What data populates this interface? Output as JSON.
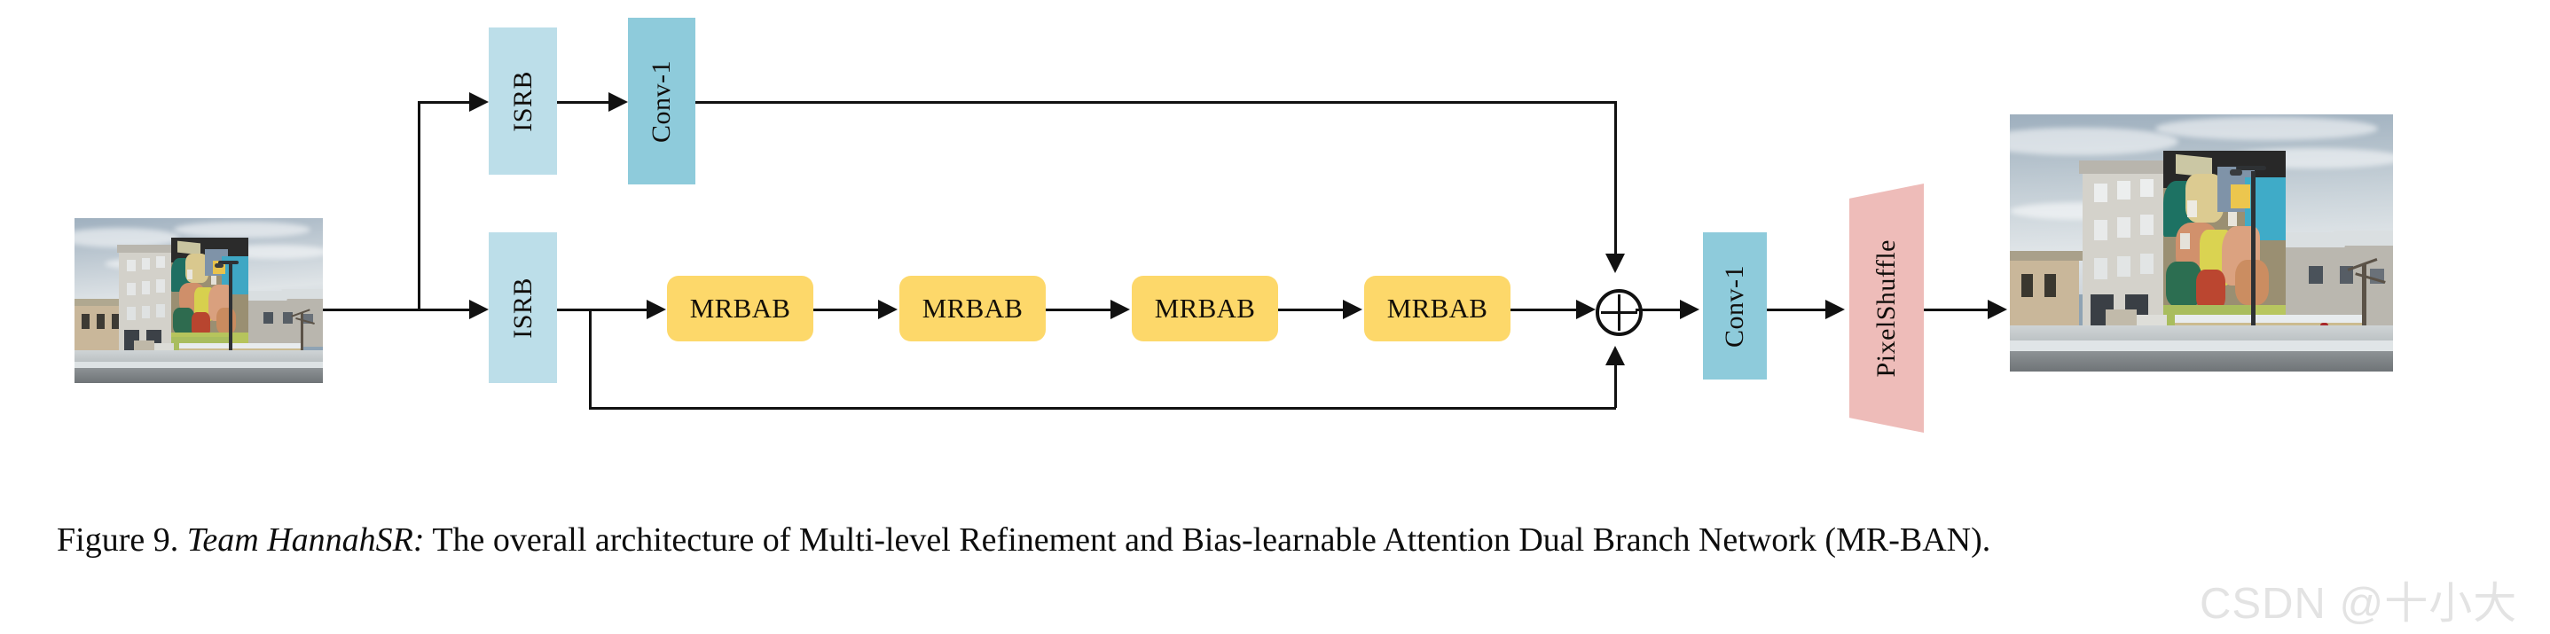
{
  "figure": {
    "caption_prefix": "Figure 9.",
    "caption_team": "Team HannahSR:",
    "caption_body": "The overall architecture of Multi-level Refinement and Bias-learnable Attention Dual Branch Network (MR-BAN)."
  },
  "watermark": {
    "text": "CSDN @十小大"
  },
  "diagram": {
    "type": "neural-network-architecture",
    "input_image_alt": "Low-resolution street scene photograph with mural-painted building",
    "output_image_alt": "Super-resolved street scene photograph with mural-painted building",
    "top_branch": [
      {
        "label": "ISRB",
        "kind": "isrb",
        "color": "#bcdee9"
      },
      {
        "label": "Conv-1",
        "kind": "conv",
        "color": "#8ecbdb"
      }
    ],
    "bottom_branch": [
      {
        "label": "ISRB",
        "kind": "isrb",
        "color": "#bcdee9"
      },
      {
        "label": "MRBAB",
        "kind": "mrbab",
        "color": "#fdd86a"
      },
      {
        "label": "MRBAB",
        "kind": "mrbab",
        "color": "#fdd86a"
      },
      {
        "label": "MRBAB",
        "kind": "mrbab",
        "color": "#fdd86a"
      },
      {
        "label": "MRBAB",
        "kind": "mrbab",
        "color": "#fdd86a"
      }
    ],
    "merge_node": {
      "label": "⊕",
      "operation": "element-wise addition"
    },
    "tail": [
      {
        "label": "Conv-1",
        "kind": "conv",
        "color": "#8ecbdb"
      },
      {
        "label": "PixelShuffle",
        "kind": "pixelshuffle",
        "color": "#eebcb9"
      }
    ],
    "colors": {
      "isrb": "#bcdee9",
      "conv": "#8ecbdb",
      "mrbab": "#fdd86a",
      "pixelshuffle": "#eebcb9",
      "wire": "#111111",
      "watermark": "#e3e3e3"
    }
  }
}
